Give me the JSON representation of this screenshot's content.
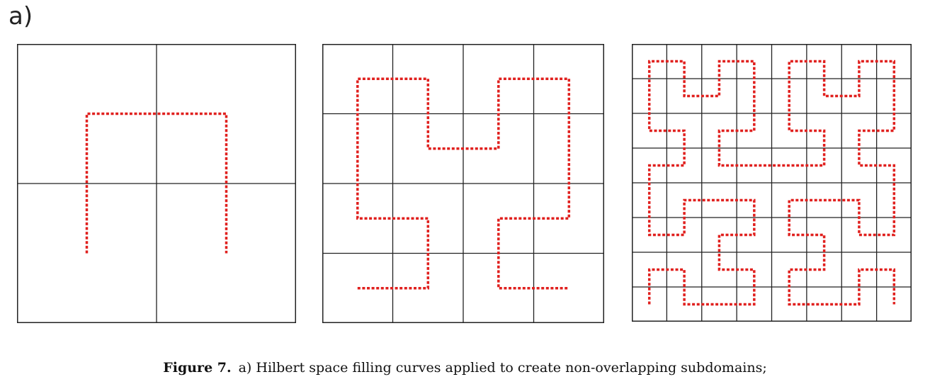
{
  "figure": {
    "panel_label": "a)",
    "caption_label": "Figure 7.",
    "caption_text": "a) Hilbert space filling curves applied to create non-overlapping subdomains;",
    "curve_color": "#e0201e",
    "grid_color": "#222222"
  }
}
